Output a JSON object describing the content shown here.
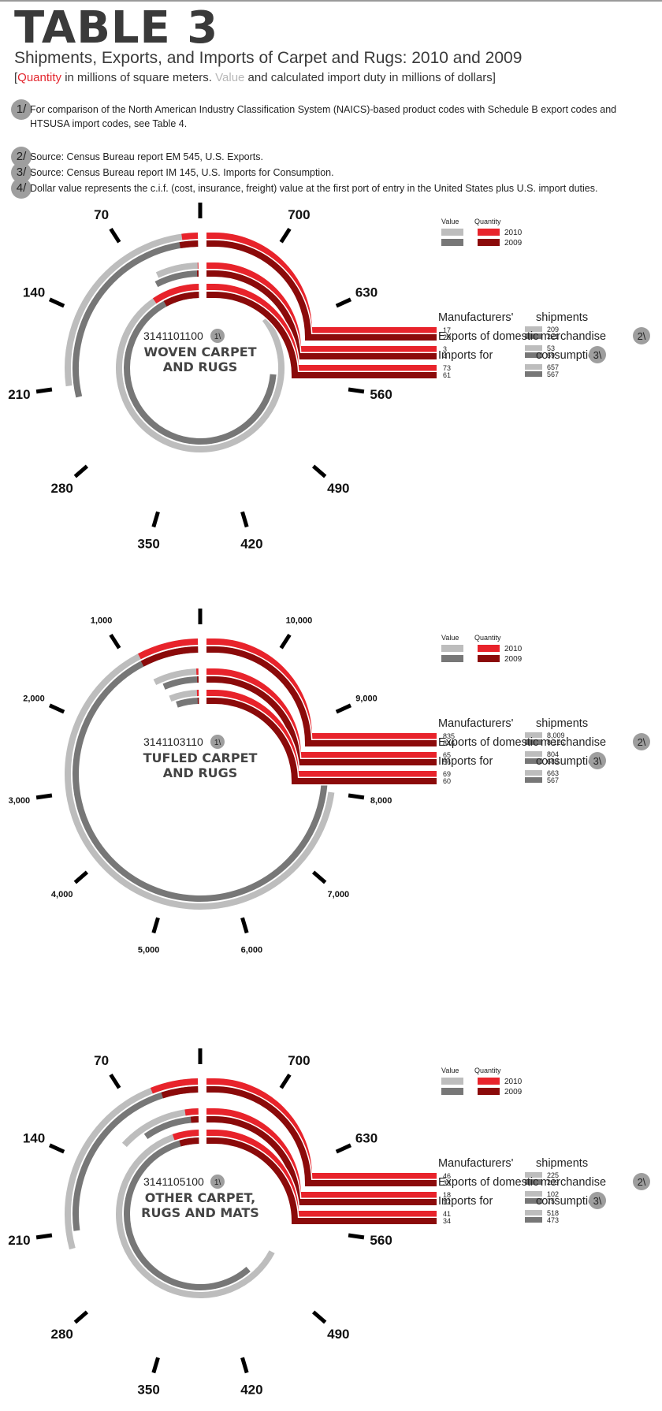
{
  "title": "TABLE 3",
  "subtitle": "Shipments, Exports, and Imports of Carpet and Rugs:  2010 and 2009",
  "units": {
    "open": "[",
    "quantity_word": "Quantity",
    "mid": " in millions of square meters. ",
    "value_word": "Value",
    "rest": " and calculated import duty in millions of dollars]"
  },
  "notes": [
    {
      "num": "1/",
      "text": "For comparison of the North American Industry Classification System (NAICS)-based product codes with Schedule B export codes and HTSUSA import codes, see Table 4."
    },
    {
      "num": "2/",
      "text": "Source: Census Bureau report EM 545, U.S. Exports."
    },
    {
      "num": "3/",
      "text": "Source: Census Bureau report IM 145, U.S. Imports for Consumption."
    },
    {
      "num": "4/",
      "text": "Dollar value represents the c.i.f. (cost, insurance, freight) value at the first port of entry in the United States plus U.S. import duties."
    }
  ],
  "legend": {
    "value_label": "Value",
    "quantity_label": "Quantity",
    "year1": "2010",
    "year2": "2009"
  },
  "category_labels": {
    "shipments": [
      "Manufacturers'",
      "shipments"
    ],
    "exports": [
      "Exports of domestic",
      "merchandise"
    ],
    "imports": [
      "Imports for",
      "consumption"
    ],
    "exports_note": "2\\",
    "imports_note": "3\\"
  },
  "colors": {
    "q2010": "#e8232b",
    "q2009": "#8b0a0a",
    "v2010": "#bdbdbd",
    "v2009": "#777777",
    "badge": "#9e9e9e",
    "green": "#2e9d2e"
  },
  "chart_data": [
    {
      "type": "radial-bar",
      "code": "3141101100",
      "code_note": "1\\",
      "name_lines": [
        "WOVEN CARPET",
        "AND RUGS"
      ],
      "axis_ticks": [
        "0",
        "70",
        "140",
        "210",
        "280",
        "350",
        "420",
        "490",
        "560",
        "630",
        "700"
      ],
      "axis_max": 770,
      "categories": [
        "Manufacturers' shipments",
        "Exports of domestic merchandise",
        "Imports for consumption"
      ],
      "quantity": {
        "2010": [
          17,
          3,
          73
        ],
        "2009": [
          20,
          4,
          61
        ]
      },
      "value": {
        "2010": [
          209,
          53,
          657
        ],
        "2009": [
          221,
          59,
          567
        ]
      },
      "quantity_labels": {
        "2010": [
          "17",
          "3",
          "73"
        ],
        "2009": [
          "20",
          "4",
          "61"
        ]
      },
      "value_labels": {
        "2010": [
          "209",
          "53",
          "657"
        ],
        "2009": [
          "221",
          "59",
          "567"
        ]
      }
    },
    {
      "type": "radial-bar",
      "code": "3141103110",
      "code_note": "1\\",
      "name_lines": [
        "TUFLED CARPET",
        "AND RUGS"
      ],
      "axis_ticks": [
        "0",
        "1,000",
        "2,000",
        "3,000",
        "4,000",
        "5,000",
        "6,000",
        "7,000",
        "8,000",
        "9,000",
        "10,000"
      ],
      "axis_max": 11000,
      "categories": [
        "Manufacturers' shipments",
        "Exports of domestic merchandise",
        "Imports for consumption"
      ],
      "quantity": {
        "2010": [
          835,
          65,
          69
        ],
        "2009": [
          846,
          56,
          60
        ]
      },
      "value": {
        "2010": [
          8009,
          804,
          663
        ],
        "2009": [
          8126,
          688,
          567
        ]
      },
      "quantity_labels": {
        "2010": [
          "835",
          "65",
          "69"
        ],
        "2009": [
          "846",
          "56",
          "60"
        ]
      },
      "value_labels": {
        "2010": [
          "8,009",
          "804",
          "663"
        ],
        "2009": [
          "8,126",
          "688",
          "567"
        ]
      }
    },
    {
      "type": "radial-bar",
      "code": "3141105100",
      "code_note": "1\\",
      "name_lines": [
        "OTHER CARPET,",
        "RUGS AND MATS"
      ],
      "axis_ticks": [
        "0",
        "70",
        "140",
        "210",
        "280",
        "350",
        "420",
        "490",
        "560",
        "630",
        "700"
      ],
      "axis_max": 770,
      "categories": [
        "Manufacturers' shipments",
        "Exports of domestic merchandise",
        "Imports for consumption"
      ],
      "quantity": {
        "2010": [
          46,
          18,
          41
        ],
        "2009": [
          38,
          12,
          34
        ]
      },
      "value": {
        "2010": [
          225,
          102,
          518
        ],
        "2009": [
          209,
          75,
          473
        ]
      },
      "quantity_labels": {
        "2010": [
          "46",
          "18",
          "41"
        ],
        "2009": [
          "38",
          "12",
          "34"
        ]
      },
      "value_labels": {
        "2010": [
          "225",
          "102",
          "518"
        ],
        "2009": [
          "209",
          "75",
          "473"
        ]
      }
    }
  ]
}
